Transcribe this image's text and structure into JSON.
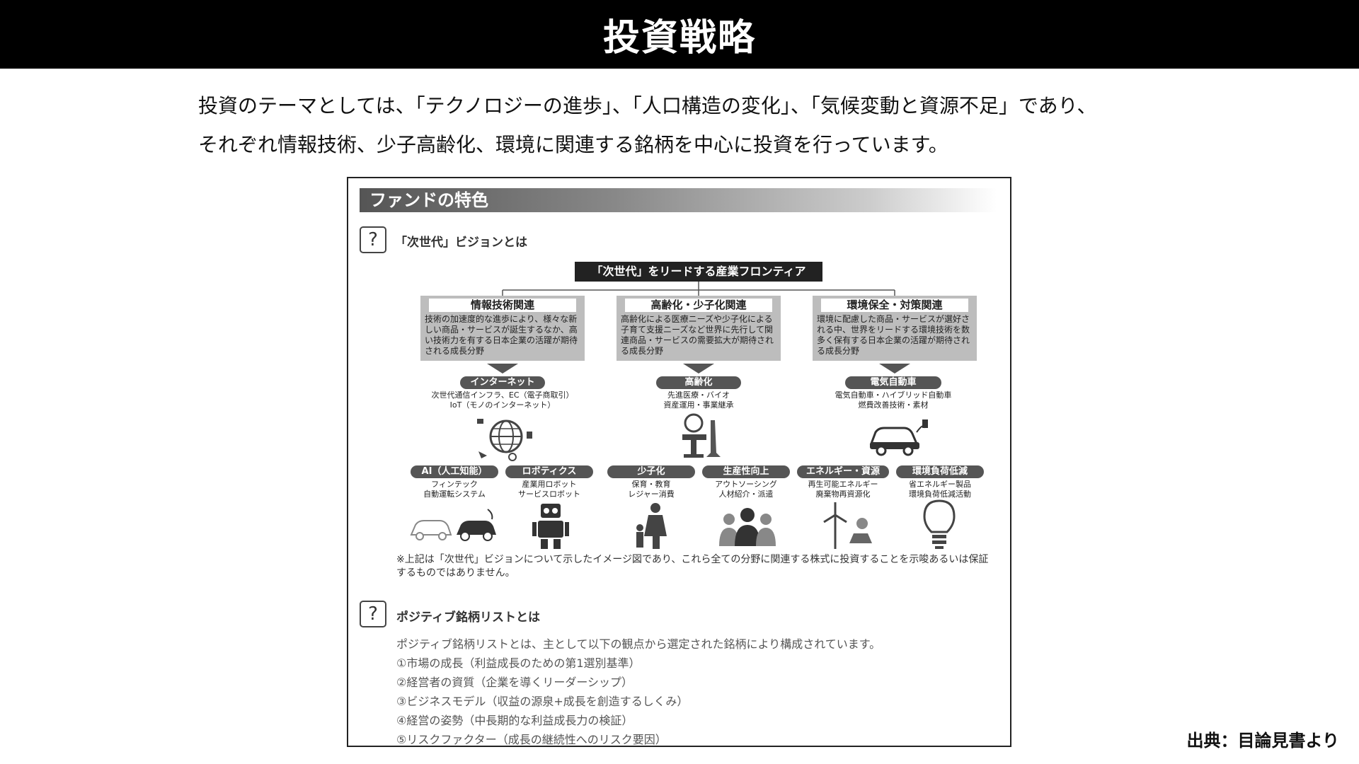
{
  "slide": {
    "title": "投資戦略",
    "intro_line1": "投資のテーマとしては、「テクノロジーの進歩」、「人口構造の変化」、「気候変動と資源不足」であり、",
    "intro_line2": "それぞれ情報技術、少子高齢化、環境に関連する銘柄を中心に投資を行っています。",
    "source": "出典：目論見書より"
  },
  "document": {
    "header": "ファンドの特色",
    "q_mark": "?",
    "q1_label": "「次世代」ビジョンとは",
    "frontier": "「次世代」をリードする産業フロンティア",
    "categories": [
      {
        "title": "情報技術関連",
        "desc": "技術の加速度的な進歩により、様々な新しい商品・サービスが誕生するなか、高い技術力を有する日本企業の活躍が期待される成長分野"
      },
      {
        "title": "高齢化・少子化関連",
        "desc": "高齢化による医療ニーズや少子化による子育て支援ニーズなど世界に先行して関連商品・サービスの需要拡大が期待される成長分野"
      },
      {
        "title": "環境保全・対策関連",
        "desc": "環境に配慮した商品・サービスが選好される中、世界をリードする環境技術を数多く保有する日本企業の活躍が期待される成長分野"
      }
    ],
    "mid_themes": [
      {
        "label": "インターネット",
        "sub1": "次世代通信インフラ、EC（電子商取引）",
        "sub2": "IoT（モノのインターネット）"
      },
      {
        "label": "高齢化",
        "sub1": "先進医療・バイオ",
        "sub2": "資産運用・事業継承"
      },
      {
        "label": "電気自動車",
        "sub1": "電気自動車・ハイブリッド自動車",
        "sub2": "燃費改善技術・素材"
      }
    ],
    "bottom_themes": [
      {
        "label": "AI（人工知能）",
        "sub1": "フィンテック",
        "sub2": "自動運転システム"
      },
      {
        "label": "ロボティクス",
        "sub1": "産業用ロボット",
        "sub2": "サービスロボット"
      },
      {
        "label": "少子化",
        "sub1": "保育・教育",
        "sub2": "レジャー消費"
      },
      {
        "label": "生産性向上",
        "sub1": "アウトソーシング",
        "sub2": "人材紹介・派遣"
      },
      {
        "label": "エネルギー・資源",
        "sub1": "再生可能エネルギー",
        "sub2": "廃棄物再資源化"
      },
      {
        "label": "環境負荷低減",
        "sub1": "省エネルギー製品",
        "sub2": "環境負荷低減活動"
      }
    ],
    "icons": [
      "globe-icon",
      "medical-icon",
      "electric-car-icon",
      "cars-icon",
      "robot-icon",
      "family-icon",
      "people-icon",
      "wind-solar-icon",
      "lightbulb-icon"
    ],
    "note": "※上記は「次世代」ビジョンについて示したイメージ図であり、これら全ての分野に関連する株式に投資することを示唆あるいは保証するものではありません。",
    "q2_label": "ポジティブ銘柄リストとは",
    "list_intro": "ポジティブ銘柄リストとは、主として以下の観点から選定された銘柄により構成されています。",
    "list": [
      "①市場の成長（利益成長のための第1選別基準）",
      "②経営者の資質（企業を導くリーダーシップ）",
      "③ビジネスモデル（収益の源泉+成長を創造するしくみ）",
      "④経営の姿勢（中長期的な利益成長力の検証）",
      "⑤リスクファクター（成長の継続性へのリスク要因）"
    ]
  }
}
